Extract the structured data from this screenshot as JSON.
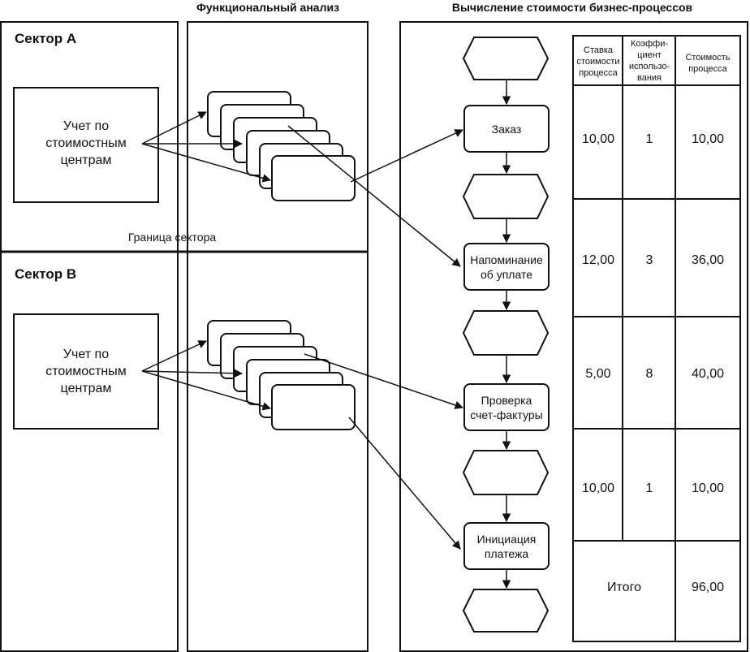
{
  "columns": {
    "functional": "Функциональный анализ",
    "costing": "Вычисление стоимости бизнес-процессов"
  },
  "sectors": {
    "a": {
      "title": "Сектор А",
      "cost_center": [
        "Учет по",
        "стоимостным",
        "центрам"
      ]
    },
    "b": {
      "title": "Сектор B",
      "cost_center": [
        "Учет по",
        "стоимостным",
        "центрам"
      ]
    },
    "boundary": "Граница сектора"
  },
  "processes": [
    {
      "label": [
        "Заказ"
      ]
    },
    {
      "label": [
        "Напоминание",
        "об уплате"
      ]
    },
    {
      "label": [
        "Проверка",
        "счет-фактуры"
      ]
    },
    {
      "label": [
        "Инициация",
        "платежа"
      ]
    }
  ],
  "table": {
    "headers": [
      [
        "Ставка",
        "стоимости",
        "процесса"
      ],
      [
        "Коэффи-",
        "циент",
        "использо-",
        "вания"
      ],
      [
        "Стоимость",
        "процесса"
      ]
    ],
    "rows": [
      [
        "10,00",
        "1",
        "10,00"
      ],
      [
        "12,00",
        "3",
        "36,00"
      ],
      [
        "5,00",
        "8",
        "40,00"
      ],
      [
        "10,00",
        "1",
        "10,00"
      ]
    ],
    "total_label": "Итого",
    "total_value": "96,00"
  }
}
